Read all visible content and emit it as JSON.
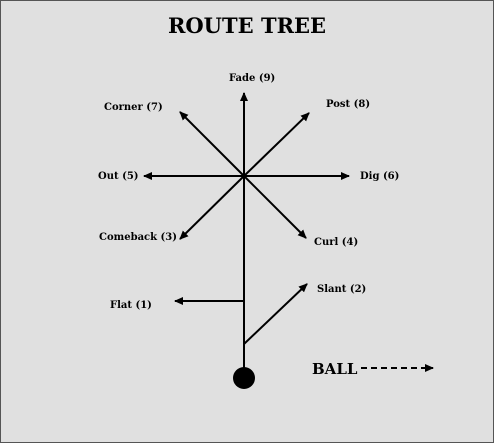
{
  "title": "ROUTE TREE",
  "routes": {
    "flat": "Flat (1)",
    "slant": "Slant (2)",
    "comeback": "Comeback (3)",
    "curl": "Curl (4)",
    "out": "Out (5)",
    "dig": "Dig (6)",
    "corner": "Corner (7)",
    "post": "Post (8)",
    "fade": "Fade (9)"
  },
  "ball": {
    "label": "BALL"
  },
  "colors": {
    "background": "#e0e0e0",
    "lines": "#000000"
  }
}
